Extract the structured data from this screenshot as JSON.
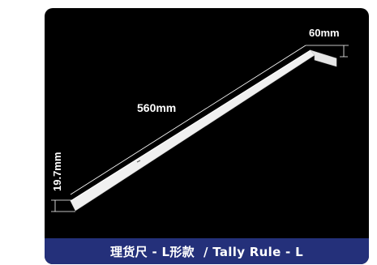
{
  "dimensions": {
    "length": "560mm",
    "foot_length": "60mm",
    "width": "19.7mm"
  },
  "caption": "理货尺 - L形款  / Tally Rule - L",
  "colors": {
    "card_background": "#000000",
    "caption_bar": "#24307a",
    "ruler": "#f2f2f2",
    "text": "#ffffff"
  }
}
